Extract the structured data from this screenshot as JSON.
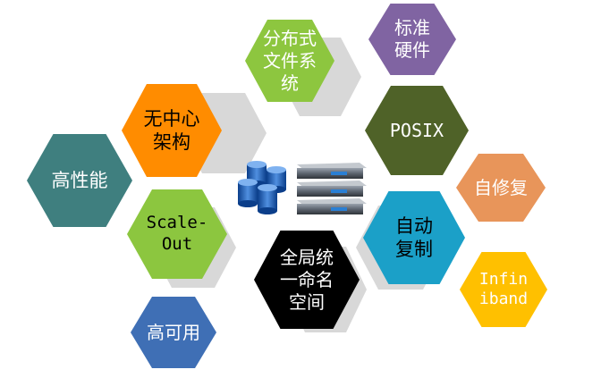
{
  "hexagons": {
    "distributed_fs": {
      "label": "分布式\n文件系\n统",
      "color": "#8dc63f",
      "text_color": "#ffffff"
    },
    "standard_hw": {
      "label": "标准\n硬件",
      "color": "#8064a2",
      "text_color": "#ffffff"
    },
    "decentralized": {
      "label": "无中心\n架构",
      "color": "#ff8c00",
      "text_color": "#000000"
    },
    "posix": {
      "label": "POSIX",
      "color": "#4f6228",
      "text_color": "#ffffff"
    },
    "high_perf": {
      "label": "高性能",
      "color": "#3f7f7f",
      "text_color": "#ffffff"
    },
    "self_heal": {
      "label": "自修复",
      "color": "#e8955a",
      "text_color": "#ffffff"
    },
    "scale_out": {
      "label": "Scale-\nOut",
      "color": "#8cc63f",
      "text_color": "#000000"
    },
    "auto_repl": {
      "label": "自动\n复制",
      "color": "#1ba0c8",
      "text_color": "#000000"
    },
    "global_ns": {
      "label": "全局统\n一命名\n空间",
      "color": "#000000",
      "text_color": "#ffffff"
    },
    "infiniband": {
      "label": "Infin\niband",
      "color": "#ffc000",
      "text_color": "#ffffff"
    },
    "high_avail": {
      "label": "高可用",
      "color": "#3f6fb5",
      "text_color": "#ffffff"
    }
  },
  "center_icon": {
    "name": "storage-servers-icon"
  }
}
